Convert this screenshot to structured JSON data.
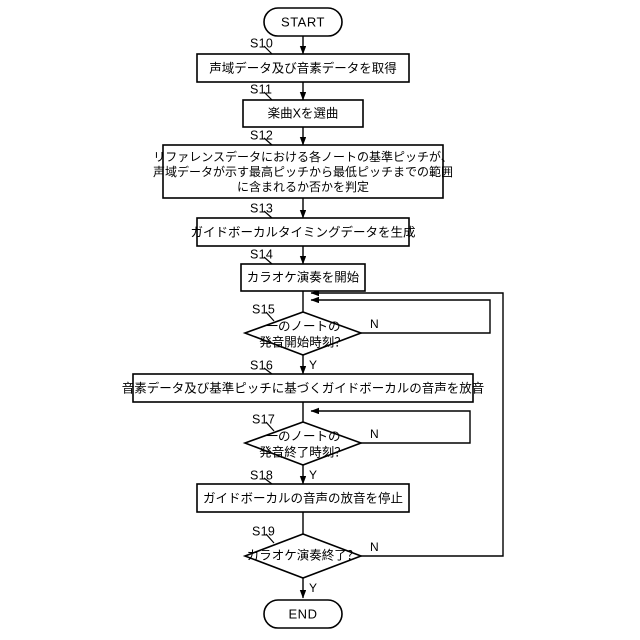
{
  "figure": {
    "type": "flowchart",
    "language": "ja",
    "orientation": "top-to-bottom"
  },
  "terminals": {
    "start": "START",
    "end": "END"
  },
  "steps": [
    {
      "id": "S10",
      "label": "S10",
      "kind": "process",
      "lines": [
        "声域データ及び音素データを取得"
      ]
    },
    {
      "id": "S11",
      "label": "S11",
      "kind": "process",
      "lines": [
        "楽曲Xを選曲"
      ]
    },
    {
      "id": "S12",
      "label": "S12",
      "kind": "process",
      "lines": [
        "リファレンスデータにおける各ノートの基準ピッチが、",
        "声域データが示す最高ピッチから最低ピッチまでの範囲",
        "に含まれるか否かを判定"
      ]
    },
    {
      "id": "S13",
      "label": "S13",
      "kind": "process",
      "lines": [
        "ガイドボーカルタイミングデータを生成"
      ]
    },
    {
      "id": "S14",
      "label": "S14",
      "kind": "process",
      "lines": [
        "カラオケ演奏を開始"
      ]
    },
    {
      "id": "S15",
      "label": "S15",
      "kind": "decision",
      "lines": [
        "一のノートの",
        "発音開始時刻？"
      ],
      "yes": "Y",
      "no": "N"
    },
    {
      "id": "S16",
      "label": "S16",
      "kind": "process",
      "lines": [
        "音素データ及び基準ピッチに基づくガイドボーカルの音声を放音"
      ]
    },
    {
      "id": "S17",
      "label": "S17",
      "kind": "decision",
      "lines": [
        "一のノートの",
        "発音終了時刻？"
      ],
      "yes": "Y",
      "no": "N"
    },
    {
      "id": "S18",
      "label": "S18",
      "kind": "process",
      "lines": [
        "ガイドボーカルの音声の放音を停止"
      ]
    },
    {
      "id": "S19",
      "label": "S19",
      "kind": "decision",
      "lines": [
        "カラオケ演奏終了？"
      ],
      "yes": "Y",
      "no": "N"
    }
  ],
  "colors": {
    "stroke": "#000000",
    "fill": "#ffffff",
    "background": "#ffffff"
  }
}
